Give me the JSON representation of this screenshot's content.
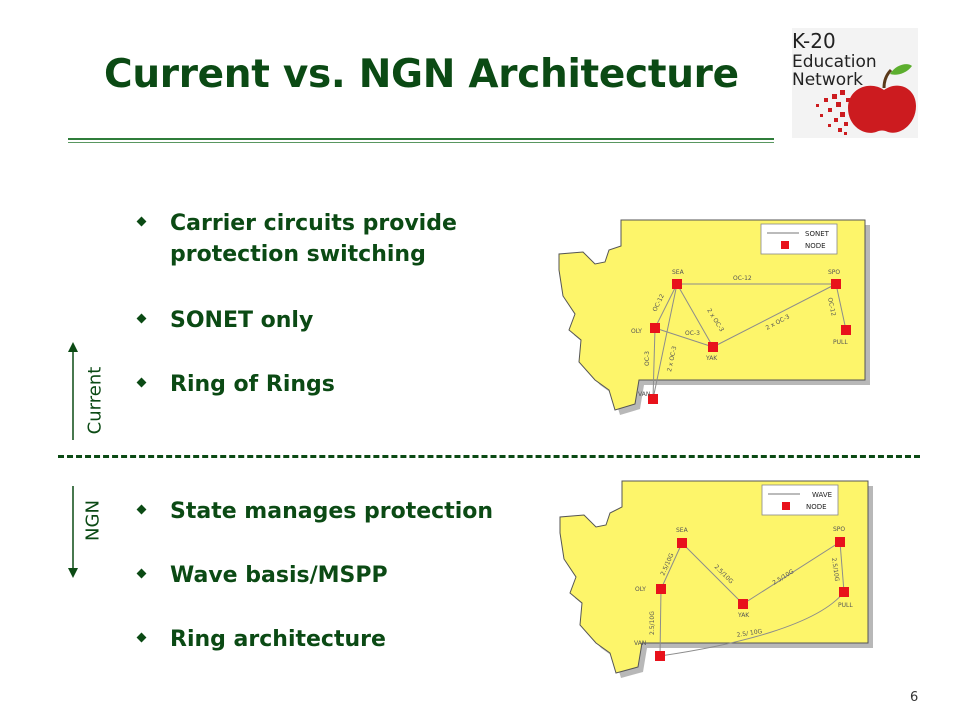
{
  "slide": {
    "title": "Current vs. NGN Architecture",
    "page_number": "6"
  },
  "logo": {
    "line1": "K-20",
    "line2": "Education",
    "line3": "Network",
    "icon": "apple-icon"
  },
  "current": {
    "label": "Current",
    "bullets": [
      "Carrier circuits provide",
      "protection switching",
      "SONET only",
      "Ring of Rings"
    ],
    "map": {
      "legend_line": "SONET",
      "legend_node": "NODE",
      "nodes": [
        "SEA",
        "SPO",
        "OLY",
        "YAK",
        "VAN",
        "PULL"
      ],
      "links": [
        "OC-12",
        "OC-12",
        "OC-12",
        "OC-3",
        "OC-3",
        "2 x OC-3",
        "2 x OC-3",
        "2 x OC-3"
      ]
    }
  },
  "ngn": {
    "label": "NGN",
    "bullets": [
      "State manages protection",
      "Wave basis/MSPP",
      "Ring architecture"
    ],
    "map": {
      "legend_line": "WAVE",
      "legend_node": "NODE",
      "nodes": [
        "SEA",
        "SPO",
        "OLY",
        "YAK",
        "VAN",
        "PULL"
      ],
      "links": [
        "2.5/10G",
        "2.5/10G",
        "2.5/10G",
        "2.5/10G",
        "2.5/10G",
        "2.5/ 10G"
      ]
    }
  },
  "colors": {
    "title": "#0b4a14",
    "map_fill": "#fdf56a",
    "map_edge": "#555555",
    "node": "#e8121b",
    "link": "#8c8c8c"
  }
}
